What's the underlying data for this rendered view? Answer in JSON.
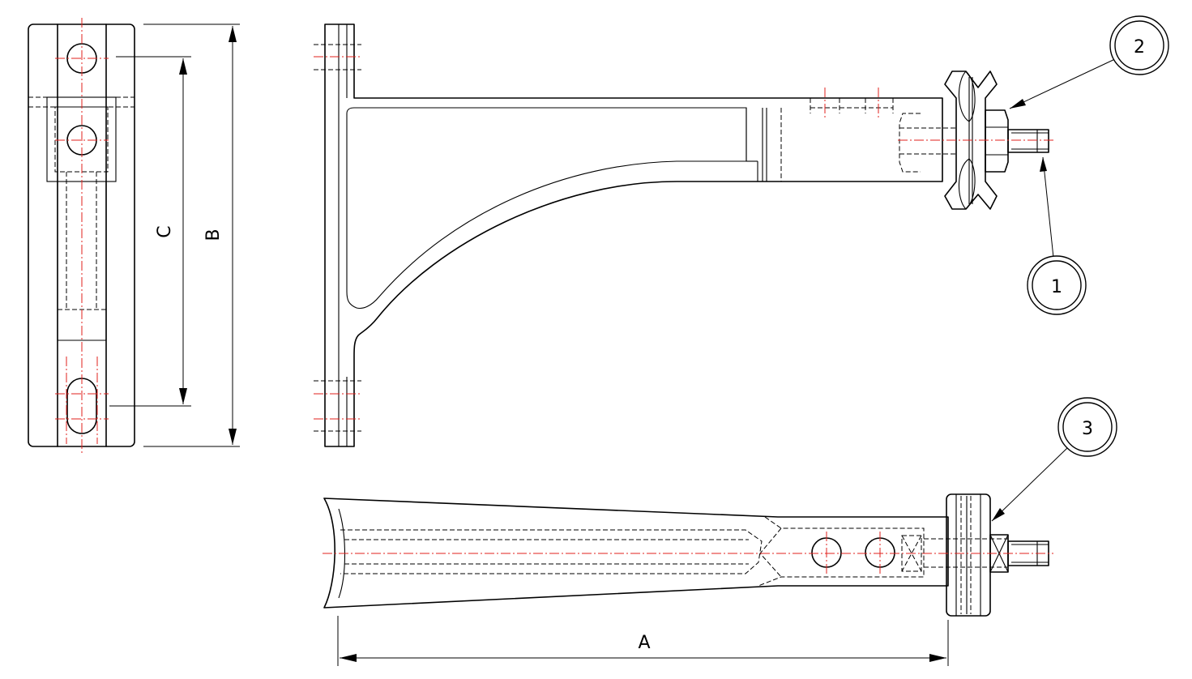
{
  "dimensions": {
    "a": "A",
    "b": "B",
    "c": "C"
  },
  "balloons": [
    {
      "number": "1"
    },
    {
      "number": "2"
    },
    {
      "number": "3"
    }
  ],
  "colors": {
    "centerline": "#e0201e",
    "outline": "#000000",
    "background": "#ffffff"
  }
}
